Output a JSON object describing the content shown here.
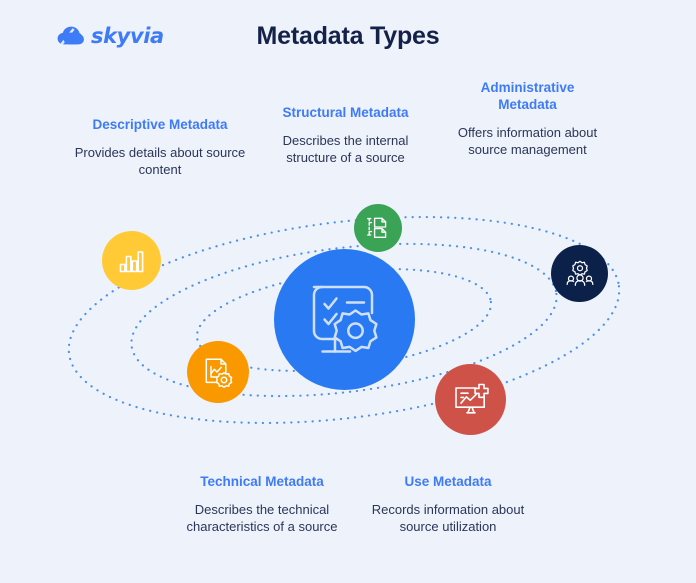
{
  "page": {
    "title": "Metadata Types",
    "background_color": "#eef2fb",
    "title_color": "#142149"
  },
  "brand": {
    "name": "skyvia",
    "icon": "cloud-icon",
    "color": "#3d7bf7"
  },
  "center": {
    "icon": "monitor-checklist-gear-icon",
    "color": "#2979f3"
  },
  "orbits": {
    "color": "#4a90ef",
    "style": "dotted",
    "count": 3
  },
  "categories": [
    {
      "id": "descriptive",
      "heading": "Descriptive Metadata",
      "description": "Provides details about source content",
      "icon": "bar-chart-icon",
      "color": "#ffca36"
    },
    {
      "id": "structural",
      "heading": "Structural Metadata",
      "description": "Describes the internal structure of a source",
      "icon": "document-tree-icon",
      "color": "#3aa356"
    },
    {
      "id": "administrative",
      "heading": "Administrative Metadata",
      "description": "Offers information about source management",
      "icon": "gear-users-icon",
      "color": "#0c2149"
    },
    {
      "id": "technical",
      "heading": "Technical Metadata",
      "description": "Describes the technical characteristics of a source",
      "icon": "document-chart-gear-icon",
      "color": "#fa9800"
    },
    {
      "id": "use",
      "heading": "Use Metadata",
      "description": "Records information about source utilization",
      "icon": "monitor-chart-plus-icon",
      "color": "#cf5248"
    }
  ]
}
